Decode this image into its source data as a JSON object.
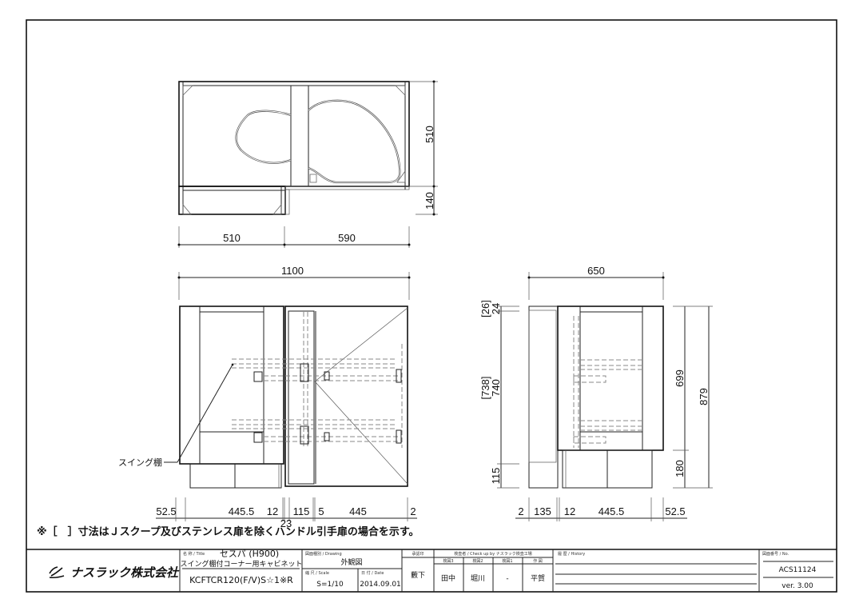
{
  "drawing": {
    "top_view": {
      "dim_depth_main": "510",
      "dim_depth_extra": "140",
      "dim_width_left": "510",
      "dim_width_right": "590"
    },
    "front_view": {
      "dim_total_width": "1100",
      "bottom_dims": [
        "52.5",
        "445.5",
        "12",
        "115",
        "5",
        "445",
        "2"
      ],
      "dim_gap": "23",
      "callout_label": "スイング棚"
    },
    "side_view": {
      "dim_total_width": "650",
      "left_dims": {
        "top_bracket": "[26]",
        "top": "24",
        "mid_bracket": "[738]",
        "mid": "740",
        "bottom": "115"
      },
      "right_dims": {
        "body_height": "699",
        "plinth_height": "180",
        "total_height": "879"
      },
      "bottom_dims": [
        "2",
        "135",
        "12",
        "445.5",
        "52.5"
      ]
    },
    "note": "※［　］寸法はＪスクープ及びステンレス扉を除くハンドル引手扉の場合を示す。"
  },
  "title_block": {
    "company": "ナスラック株式会社",
    "title_label": "名 称 / Title",
    "title_line1": "セスパ (H900)",
    "title_line2": "スイング棚付コーナー用キャビネット",
    "model": "KCFTCR120(F/V)S☆1※R",
    "drawing_label": "図面種別 / Drawing",
    "drawing_type": "外観図",
    "scale_label": "縮 尺 / Scale",
    "scale": "S=1/10",
    "date_label": "日 付 / Date",
    "date": "2014.09.01",
    "approval_label": "承認印",
    "approval": "藪下",
    "checkup_label": "検査者 / Check up by ナスラック検査工場",
    "checkers": [
      {
        "role": "検図3",
        "name": "田中"
      },
      {
        "role": "検図2",
        "name": "堀川"
      },
      {
        "role": "検図1",
        "name": "-"
      },
      {
        "role": "作 図",
        "name": "平賀"
      }
    ],
    "history_label": "履 歴 / History",
    "number_label": "図面番号 / No.",
    "number": "ACS11124",
    "version": "ver. 3.00"
  }
}
